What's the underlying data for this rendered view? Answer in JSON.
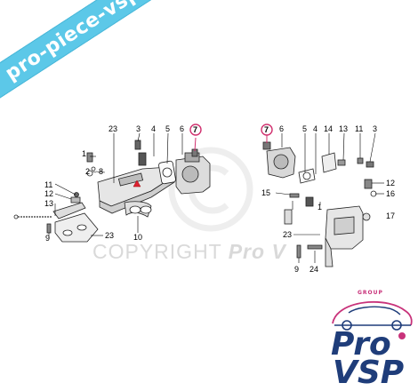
{
  "watermark_banner": "pro-piece-vsp.com",
  "copyright_text": "COPYRIGHT",
  "copyright_brand": "Pro V",
  "logo": {
    "group_text": "GROUP",
    "line1": "Pro",
    "line2": "VSP",
    "accent_color": "#c8327a",
    "primary_color": "#1f3d7a"
  },
  "highlight_color": "#d0306e",
  "left_labels": {
    "l23a": "23",
    "l3": "3",
    "l4": "4",
    "l5": "5",
    "l6": "6",
    "l7": "7",
    "l1": "1",
    "l2": "2",
    "l8": "8",
    "l11": "11",
    "l12": "12",
    "l13": "13",
    "l9": "9",
    "l23b": "23",
    "l10": "10"
  },
  "right_labels": {
    "r7": "7",
    "r6": "6",
    "r5": "5",
    "r4": "4",
    "r14": "14",
    "r13": "13",
    "r11": "11",
    "r3": "3",
    "r12": "12",
    "r16": "16",
    "r15": "15",
    "r17": "17",
    "r1": "1",
    "r23": "23",
    "r9": "9",
    "r24": "24"
  }
}
